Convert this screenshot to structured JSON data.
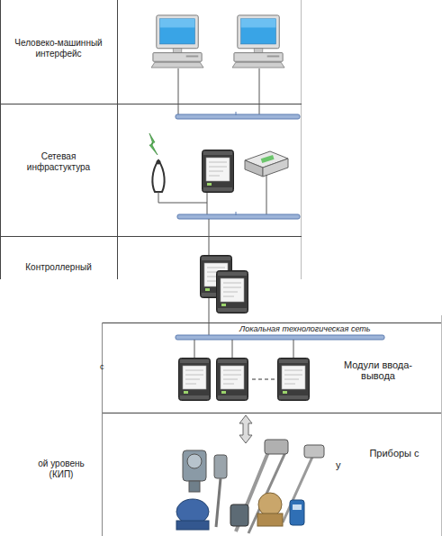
{
  "diagram": {
    "nodes": [
      {
        "text": [
          "Человеко-машинный интерфейс"
        ]
      },
      {
        "text": [
          "Сетевая инфрастуктура"
        ]
      },
      {
        "text": [
          "Контроллерный"
        ]
      },
      {
        "text": [
          "Модули ввода-вывода"
        ]
      },
      {
        "text": [
          "ой уровень (КИП)",
          "Приборы с"
        ]
      }
    ],
    "labels": [
      "Локальная технологическая сеть",
      "у",
      "с"
    ]
  }
}
